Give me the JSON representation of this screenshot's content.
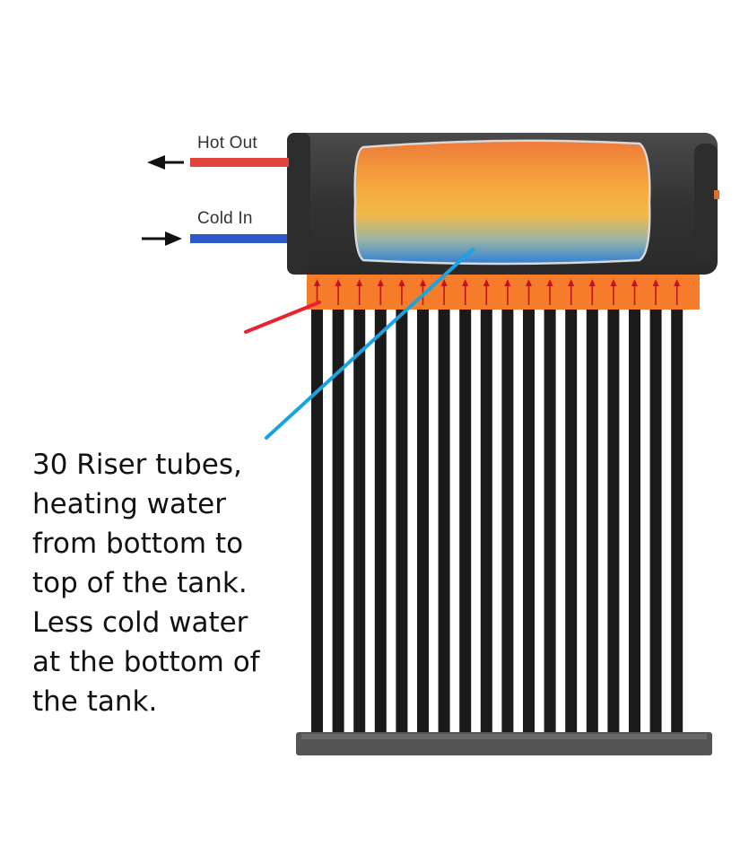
{
  "labels": {
    "hot_out": "Hot Out",
    "cold_in": "Cold In"
  },
  "caption": {
    "lines": [
      "30 Riser tubes,",
      "heating water",
      "from bottom to",
      "top of the tank.",
      "Less cold water",
      "at the bottom of",
      "the tank."
    ]
  },
  "colors": {
    "hot_pipe": "#e0443a",
    "cold_pipe": "#2c57c9",
    "tank_body": "#3c3c3c",
    "tube": "#1a1a1a",
    "riser_band": "#f57c2a",
    "annotation_red": "#e8232f",
    "annotation_blue": "#1aa3e0"
  },
  "icons": {
    "hot_arrow": "arrow-left",
    "cold_arrow": "arrow-right",
    "riser_arrow": "arrow-up"
  }
}
